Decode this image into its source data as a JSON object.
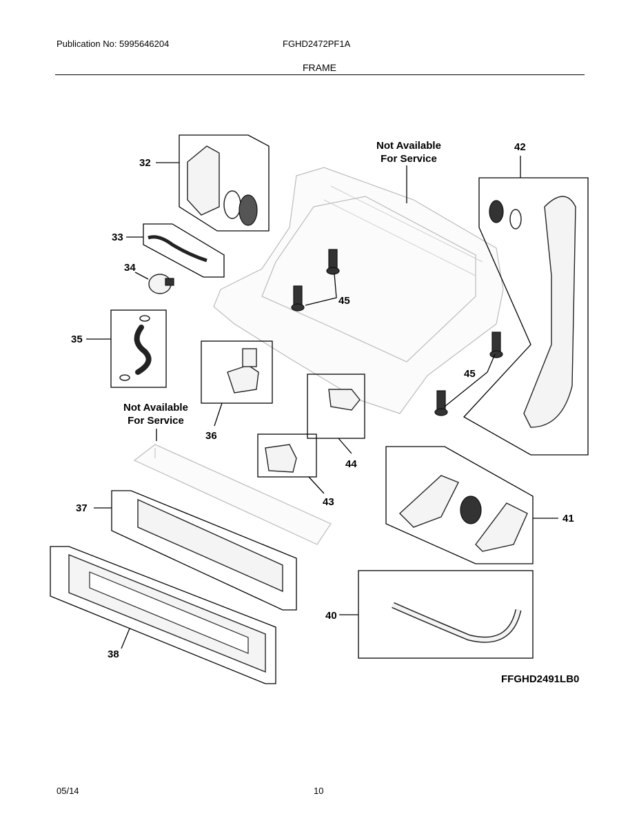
{
  "header": {
    "publication": "Publication No: 5995646204",
    "model": "FGHD2472PF1A",
    "section": "FRAME"
  },
  "callouts": {
    "c32": "32",
    "c33": "33",
    "c34": "34",
    "c35": "35",
    "c36": "36",
    "c37": "37",
    "c38": "38",
    "c40": "40",
    "c41": "41",
    "c42": "42",
    "c43": "43",
    "c44": "44",
    "c45a": "45",
    "c45b": "45"
  },
  "notes": {
    "na_top_line1": "Not Available",
    "na_top_line2": "For Service",
    "na_left_line1": "Not Available",
    "na_left_line2": "For Service"
  },
  "figure_id": "FFGHD2491LB0",
  "footer": {
    "date": "05/14",
    "page": "10"
  }
}
